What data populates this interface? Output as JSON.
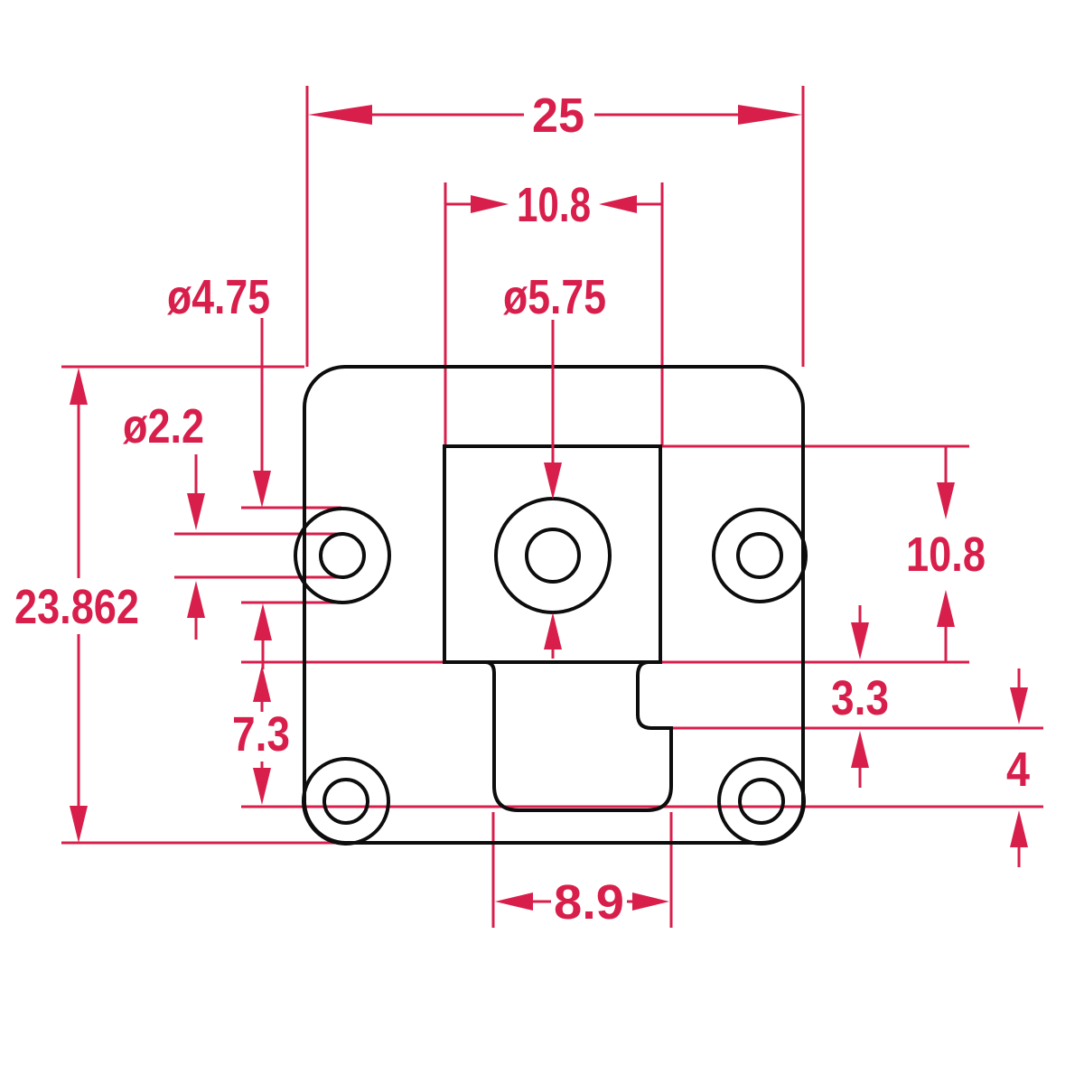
{
  "colors": {
    "dimension": "#d81f4b",
    "outline": "#0d0d0d",
    "background": "#ffffff"
  },
  "part": {
    "type": "dimensioned-mechanical-drawing",
    "features": [
      "rounded-square-plate",
      "center-lens-hole",
      "four-corner-holes",
      "sensor-housing-square",
      "bottom-connector-tab"
    ]
  },
  "dimensions": {
    "overall_width": "25",
    "housing_width": "10.8",
    "boss_diameter": "ø4.75",
    "lens_diameter": "ø5.75",
    "hole_diameter": "ø2.2",
    "overall_height": "23.862",
    "housing_height": "10.8",
    "connector_offset": "7.3",
    "step_depth": "3.3",
    "step_to_hole_center": "4",
    "connector_width": "8.9"
  }
}
